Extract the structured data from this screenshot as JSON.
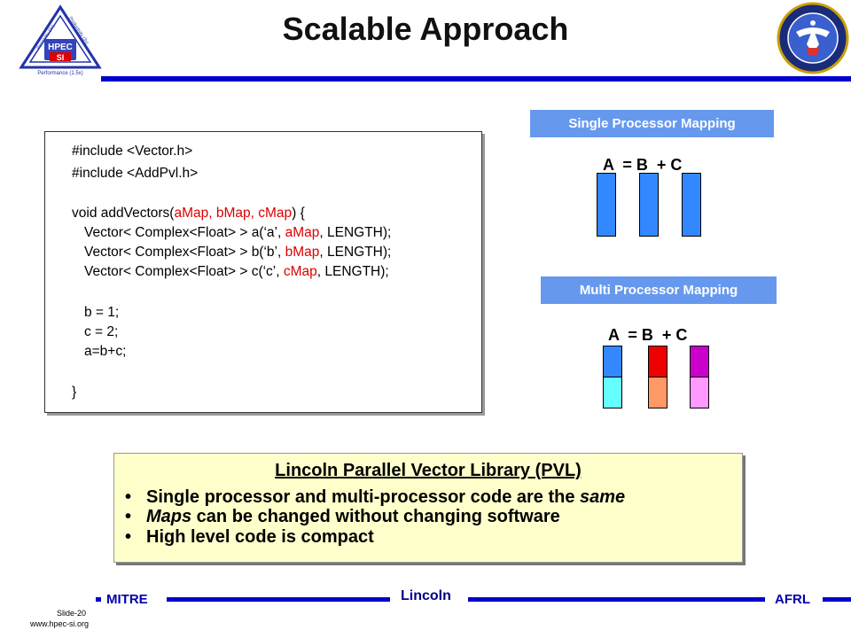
{
  "header": {
    "title": "Scalable Approach",
    "logo_left": {
      "icon": "hpec-si-triangle-logo",
      "center_text_top": "HPEC",
      "center_text_bottom": "SI",
      "left_side": "Portability (3x)",
      "right_side": "Productivity (3x)",
      "bottom_text": "Performance (1.5x)"
    },
    "logo_right": {
      "icon": "department-of-defense-seal"
    }
  },
  "code": {
    "lines": [
      "#include <Vector.h>",
      "#include <AddPvl.h>",
      "",
      "void addVectors(aMap, bMap, cMap) {",
      "Vector< Complex<Float> > a(‘a’, aMap, LENGTH);",
      "Vector< Complex<Float> > b(‘b’, bMap, LENGTH);",
      "Vector< Complex<Float> > c(‘c’, cMap, LENGTH);",
      "",
      "b = 1;",
      "c = 2;",
      "a=b+c;",
      "",
      "}"
    ],
    "line_1_pre": "#include ",
    "line_1_tag": "<Vector.h>",
    "line_2_pre": "#include ",
    "line_2_tag": "<AddPvl.h>",
    "line_4_pre": "void addVectors(",
    "line_4_args": "aMap, bMap, cMap",
    "line_4_post": ") {",
    "decl_pre": "Vector< Complex<Float> > ",
    "decl_a_name": "a(‘a’, ",
    "decl_a_map": "aMap",
    "decl_b_name": "b(‘b’, ",
    "decl_b_map": "bMap",
    "decl_c_name": "c(‘c’, ",
    "decl_c_map": "cMap",
    "decl_post": ", LENGTH);",
    "assign_b": "b = 1;",
    "assign_c": "c = 2;",
    "assign_a": "a=b+c;",
    "close": "}",
    "highlight_color": "#dd0000"
  },
  "single_mapping": {
    "label": "Single Processor Mapping",
    "equation": "A  = B  + C",
    "bar_color": "#3388ff"
  },
  "multi_mapping": {
    "label": "Multi Processor Mapping",
    "equation": "A  = B  + C",
    "bars": [
      {
        "top_color": "#3388ff",
        "bottom_color": "#66ffff"
      },
      {
        "top_color": "#ee0000",
        "bottom_color": "#ff9966"
      },
      {
        "top_color": "#cc00cc",
        "bottom_color": "#ff99ff"
      }
    ]
  },
  "pvl": {
    "title": "Lincoln Parallel Vector Library (PVL)",
    "bullet": "•",
    "item_1_pre": "Single processor and multi-processor code are the ",
    "item_1_em": "same",
    "item_2_em": "Maps",
    "item_2_post": " can be changed without changing software",
    "item_3": "High level code is compact"
  },
  "footer": {
    "left": "MITRE",
    "center": "Lincoln",
    "right": "AFRL",
    "slide": "Slide-20",
    "site": "www.hpec-si.org",
    "line_color": "#0000cc"
  }
}
